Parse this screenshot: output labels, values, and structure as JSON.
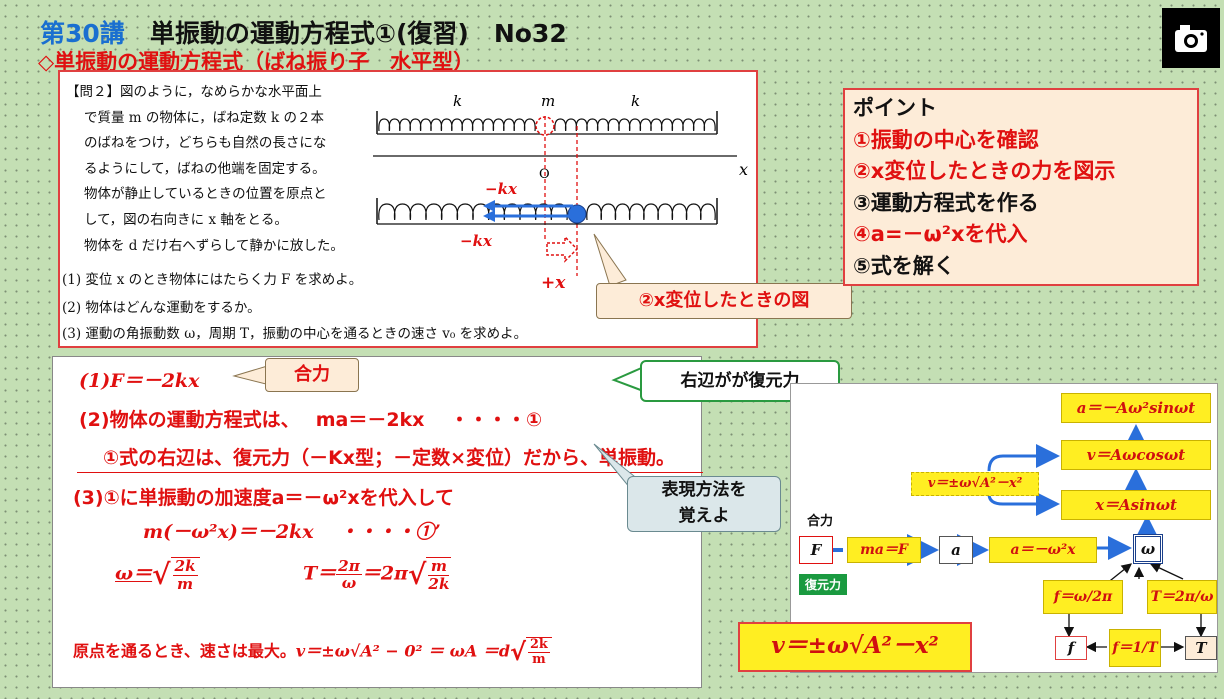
{
  "header": {
    "lecture": "第30講",
    "title": "単振動の運動方程式①(復習)",
    "page_no": "No32",
    "subtitle": "◇単振動の運動方程式（ばね振り子　水平型）"
  },
  "camera": {
    "icon": "camera-icon"
  },
  "problem": {
    "lines": [
      "【問２】図のように，なめらかな水平面上",
      "で質量 m の物体に，ばね定数 k の２本",
      "のばねをつけ，どちらも自然の長さにな",
      "るようにして，ばねの他端を固定する。",
      "物体が静止しているときの位置を原点と",
      "して，図の右向きに x 軸をとる。",
      "物体を d だけ右へずらして静かに放した。"
    ],
    "questions": [
      "(1) 変位 x のとき物体にはたらく力 F を求めよ。",
      "(2) 物体はどんな運動をするか。",
      "(3) 運動の角振動数 ω，周期 T，振動の中心を通るときの速さ v₀ を求めよ。"
    ],
    "figure": {
      "k_left": "k",
      "m_label": "m",
      "k_right": "k",
      "axis_x": "x",
      "origin": "O",
      "force_top": "−kx",
      "force_left": "−kx",
      "disp": "+x"
    }
  },
  "callouts": {
    "figure_note": "②x変位したときの図",
    "net_force": "合力",
    "restoring": "右辺がが復元力",
    "memorize_1": "表現方法を",
    "memorize_2": "覚えよ"
  },
  "point": {
    "heading": "ポイント",
    "items": [
      "①振動の中心を確認",
      "②x変位したときの力を図示",
      "③運動方程式を作る",
      "④a=－ω²xを代入",
      "⑤式を解く"
    ]
  },
  "answer": {
    "line1": "(1)F＝－2kx",
    "line2": "(2)物体の運動方程式は、　 ma＝－2kx 　・・・・①",
    "line3": "①式の右辺は、復元力（－Kx型；－定数×変位）だから、単振動。",
    "line4": "(3)①に単振動の加速度a＝－ω²xを代入して",
    "line5": "m(－ω²x)＝－2kx 　・・・・①’",
    "omega_lhs": "ω＝",
    "omega_num": "2k",
    "omega_den": "m",
    "T_lhs": "T＝",
    "T_num": "2π",
    "T_den": "ω",
    "T_mid": "＝2π",
    "T_snum": "m",
    "T_sden": "2k",
    "vmax_text": "原点を通るとき、速さは最大。",
    "vmax_formula": "v＝±ω√A² − 0² ＝ ωA ＝d",
    "vmax_num": "2k",
    "vmax_den": "m"
  },
  "diagram": {
    "a_box": "a＝－Aω²sinωt",
    "v_box": "v＝Aωcosωt",
    "x_box": "x＝Asinωt",
    "v_formula": "v＝±ω√A²－x²",
    "net_force_label": "合力",
    "F": "F",
    "ma_eq": "ma＝F",
    "a": "a",
    "a_eq": "a＝－ω²x",
    "omega": "ω",
    "restoring_label": "復元力",
    "f_omega": "f＝ω/2π",
    "T_omega": "T＝2π/ω",
    "f": "f",
    "f_T": "f＝1/T",
    "T": "T",
    "v_big": "v＝±ω√A²－x²"
  }
}
